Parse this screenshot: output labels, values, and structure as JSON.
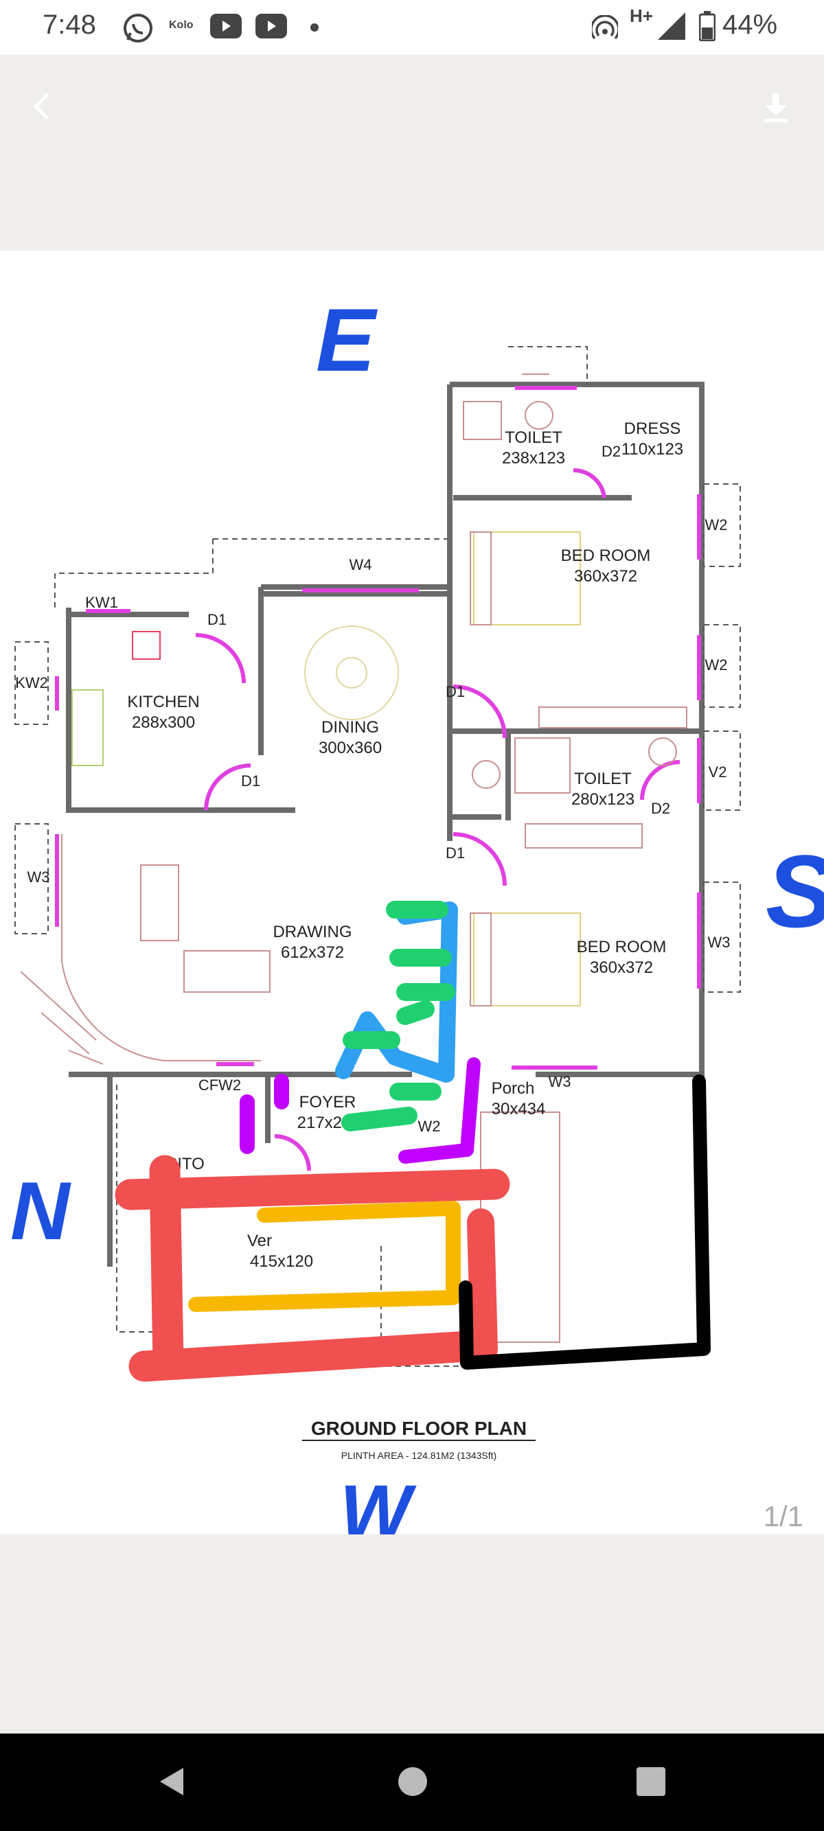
{
  "status_bar": {
    "time": "7:48",
    "app_label": "Kolo",
    "network": "H+",
    "battery": "44%",
    "icons": [
      "whatsapp-icon",
      "kolo-icon",
      "youtube-icon",
      "youtube-icon",
      "dot-icon",
      "hotspot-icon",
      "signal-icon",
      "battery-icon"
    ]
  },
  "toolbar": {
    "back_icon": "back-arrow-icon",
    "download_icon": "download-icon"
  },
  "viewer": {
    "page_indicator": "1/1"
  },
  "plan": {
    "compass": {
      "east": "E",
      "south": "S",
      "north": "N",
      "west": "W"
    },
    "title": "GROUND FLOOR PLAN",
    "subtitle": "PLINTH AREA - 124.81M2 (1343Sft)",
    "rooms": {
      "toilet1_name": "TOILET",
      "toilet1_size": "238x123",
      "dress_name": "DRESS",
      "dress_size": "110x123",
      "bed1_name": "BED ROOM",
      "bed1_size": "360x372",
      "kitchen_name": "KITCHEN",
      "kitchen_size": "288x300",
      "dining_name": "DINING",
      "dining_size": "300x360",
      "toilet2_name": "TOILET",
      "toilet2_size": "280x123",
      "drawing_name": "DRAWING",
      "drawing_size": "612x372",
      "bed2_name": "BED ROOM",
      "bed2_size": "360x372",
      "foyer_name": "FOYER",
      "foyer_size": "217x20",
      "porch_name": "Porch",
      "porch_size": "30x434",
      "sitout_name": "SITO",
      "verandah_name": "Ver",
      "verandah_size": "415x120"
    },
    "labels": {
      "w4": "W4",
      "kw1": "KW1",
      "kw2": "KW2",
      "w2a": "W2",
      "w2b": "W2",
      "v2": "V2",
      "w3a": "W3",
      "w3b": "W3",
      "w3c": "W3",
      "d1a": "D1",
      "d1b": "D1",
      "d1c": "D1",
      "d1d": "D1",
      "d2a": "D2",
      "d2b": "D2",
      "cfw2": "CFW2",
      "w2c": "W2"
    }
  },
  "colors": {
    "toolbar_bg": "#efeeea",
    "wall": "#666666",
    "door_window": "#e040e0",
    "marker_red": "#f05050",
    "marker_yellow": "#f8b800",
    "marker_blue": "#2060e0",
    "marker_green": "#20d070",
    "marker_purple": "#c000ff",
    "marker_black": "#000000",
    "marker_cyan": "#30a0f0"
  }
}
